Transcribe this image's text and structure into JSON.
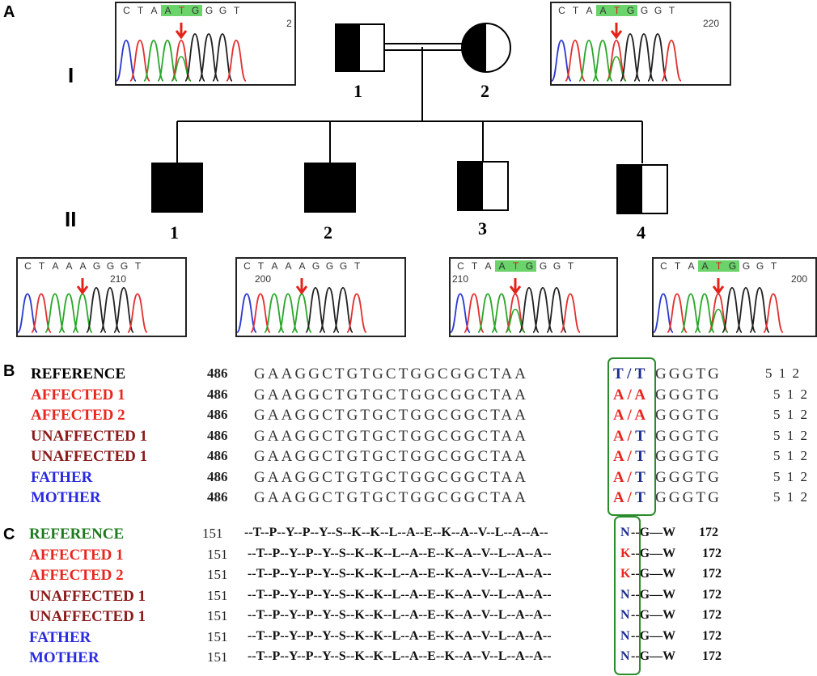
{
  "panels": {
    "a": "A",
    "b": "B",
    "c": "C"
  },
  "pedigree": {
    "generations": [
      "I",
      "II"
    ],
    "gen1": [
      {
        "label": "1"
      },
      {
        "label": "2"
      }
    ],
    "gen2": [
      {
        "label": "1"
      },
      {
        "label": "2"
      },
      {
        "label": "3"
      },
      {
        "label": "4"
      }
    ]
  },
  "chromatograms": [
    {
      "id": "I-1",
      "bases": [
        "C",
        "T",
        "A",
        "A",
        "T",
        "G",
        "G",
        "G",
        "T"
      ],
      "highlight": [
        3,
        4,
        5
      ],
      "red": [
        4
      ],
      "position": "2"
    },
    {
      "id": "I-2",
      "bases": [
        "C",
        "T",
        "A",
        "A",
        "T",
        "G",
        "G",
        "G",
        "T"
      ],
      "highlight": [
        3,
        4,
        5
      ],
      "red": [
        4
      ],
      "position": "220"
    },
    {
      "id": "II-1",
      "bases": [
        "C",
        "T",
        "A",
        "A",
        "A",
        "G",
        "G",
        "G",
        "T"
      ],
      "highlight": [],
      "red": [],
      "position": "210"
    },
    {
      "id": "II-2",
      "bases": [
        "C",
        "T",
        "A",
        "A",
        "A",
        "G",
        "G",
        "G",
        "T"
      ],
      "highlight": [],
      "red": [],
      "position": "200"
    },
    {
      "id": "II-3",
      "bases": [
        "C",
        "T",
        "A",
        "A",
        "T",
        "G",
        "G",
        "G",
        "T"
      ],
      "highlight": [
        3,
        4,
        5
      ],
      "red": [
        4
      ],
      "position": "210"
    },
    {
      "id": "II-4",
      "bases": [
        "C",
        "T",
        "A",
        "A",
        "T",
        "G",
        "G",
        "G",
        "T"
      ],
      "highlight": [
        3,
        4,
        5
      ],
      "red": [
        4
      ],
      "position": "200"
    }
  ],
  "nucleotide_alignment": {
    "start": "486",
    "end": "5 1 2",
    "prefix": "GAAGGCTGTGCTGGCGGCTAA",
    "suffix": "GGGTG",
    "rows": [
      {
        "name": "REFERENCE",
        "color": "#000000",
        "genotype": "T / T",
        "allele1_color": "#1c2d8f",
        "allele2_color": "#1c2d8f"
      },
      {
        "name": "AFFECTED 1",
        "color": "#e8261f",
        "genotype": "A / A",
        "allele1_color": "#e8261f",
        "allele2_color": "#e8261f"
      },
      {
        "name": "AFFECTED 2",
        "color": "#e8261f",
        "genotype": "A / A",
        "allele1_color": "#e8261f",
        "allele2_color": "#e8261f"
      },
      {
        "name": "UNAFFECTED 1",
        "color": "#8b1a1a",
        "genotype": "A / T",
        "allele1_color": "#e8261f",
        "allele2_color": "#1c2d8f"
      },
      {
        "name": "UNAFFECTED 1",
        "color": "#8b1a1a",
        "genotype": "A / T",
        "allele1_color": "#e8261f",
        "allele2_color": "#1c2d8f"
      },
      {
        "name": "FATHER",
        "color": "#2a2ae0",
        "genotype": "A / T",
        "allele1_color": "#e8261f",
        "allele2_color": "#1c2d8f"
      },
      {
        "name": "MOTHER",
        "color": "#2a2ae0",
        "genotype": "A / T",
        "allele1_color": "#e8261f",
        "allele2_color": "#1c2d8f"
      }
    ]
  },
  "protein_alignment": {
    "start": "151",
    "end": "172",
    "prefix": "--T--P--Y--P--Y--S--K--K--L--A--E--K--A--V--L--A--A--",
    "suffix": "--G—W",
    "rows": [
      {
        "name": "REFERENCE",
        "color": "#1d7a1d",
        "residue": "N",
        "residue_color": "#1c2d8f"
      },
      {
        "name": "AFFECTED 1",
        "color": "#e8261f",
        "residue": "K",
        "residue_color": "#e8261f"
      },
      {
        "name": "AFFECTED 2",
        "color": "#e8261f",
        "residue": "K",
        "residue_color": "#e8261f"
      },
      {
        "name": "UNAFFECTED 1",
        "color": "#8b1a1a",
        "residue": "N",
        "residue_color": "#1c2d8f"
      },
      {
        "name": "UNAFFECTED 1",
        "color": "#8b1a1a",
        "residue": "N",
        "residue_color": "#1c2d8f"
      },
      {
        "name": "FATHER",
        "color": "#2a2ae0",
        "residue": "N",
        "residue_color": "#1c2d8f"
      },
      {
        "name": "MOTHER",
        "color": "#2a2ae0",
        "residue": "N",
        "residue_color": "#1c2d8f"
      }
    ]
  },
  "icons": {
    "arrow": "red-down-arrow-icon"
  }
}
